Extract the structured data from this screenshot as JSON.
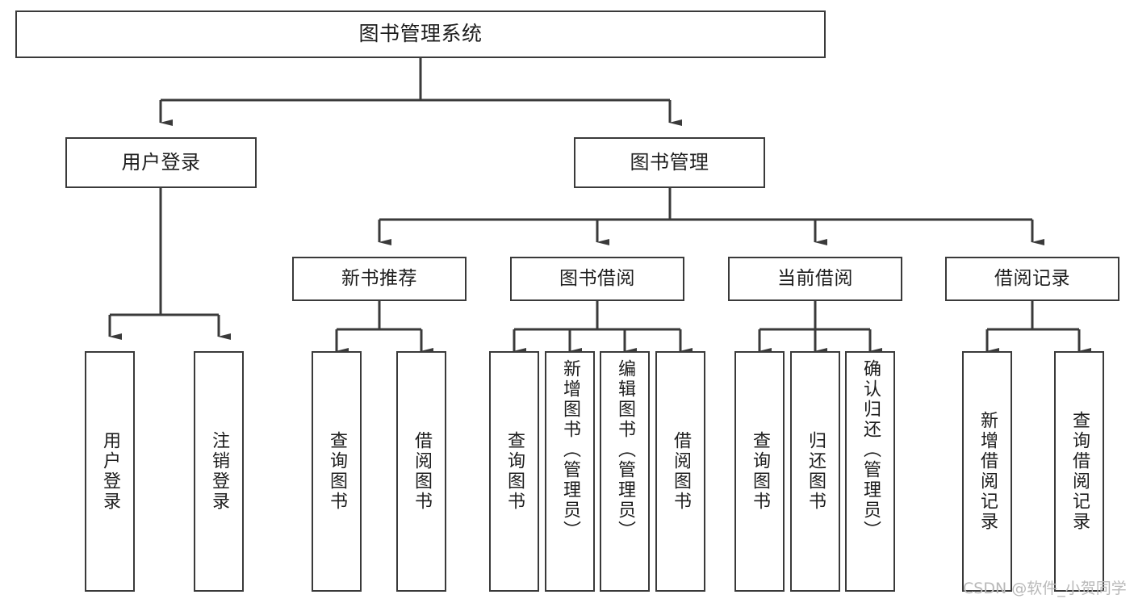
{
  "diagram": {
    "title": "图书管理系统",
    "type": "tree-hierarchy-chart",
    "watermark": "CSDN @软件_小贺同学",
    "colors": {
      "box_border": "#3a3a3a",
      "box_fill": "#ffffff",
      "connector": "#3a3a3a",
      "text": "#1d1d1d",
      "watermark": "#b9b9b9",
      "background": "#ffffff"
    },
    "root": {
      "label": "图书管理系统"
    },
    "level_two": [
      {
        "label": "用户登录"
      },
      {
        "label": "图书管理"
      }
    ],
    "level_three": [
      {
        "label": "新书推荐"
      },
      {
        "label": "图书借阅"
      },
      {
        "label": "当前借阅"
      },
      {
        "label": "借阅记录"
      }
    ],
    "leaves": {
      "user_login": [
        {
          "label": "用户登录"
        },
        {
          "label": "注销登录"
        }
      ],
      "new_book_recommend": [
        {
          "label": "查询图书"
        },
        {
          "label": "借阅图书"
        }
      ],
      "book_borrow": [
        {
          "label": "查询图书"
        },
        {
          "label": "新增图书（管理员）"
        },
        {
          "label": "编辑图书（管理员）"
        },
        {
          "label": "借阅图书"
        }
      ],
      "current_borrow": [
        {
          "label": "查询图书"
        },
        {
          "label": "归还图书"
        },
        {
          "label": "确认归还（管理员）"
        }
      ],
      "borrow_record": [
        {
          "label": "新增借阅记录"
        },
        {
          "label": "查询借阅记录"
        }
      ]
    }
  }
}
